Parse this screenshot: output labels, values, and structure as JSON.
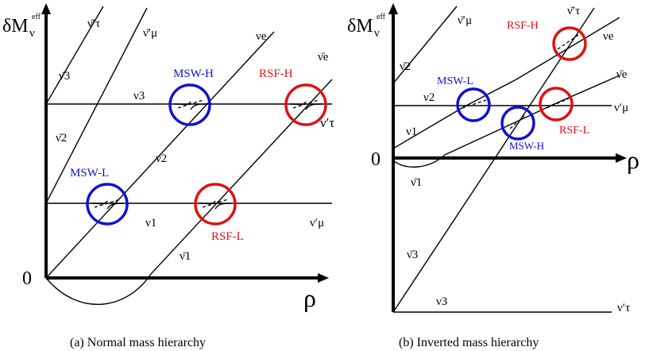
{
  "left_panel": {
    "axis_y_label": "δM",
    "axis_y_sub": "ν",
    "axis_y_sup": "eff",
    "axis_x_label": "ρ",
    "origin": "0",
    "caption": "(a) Normal mass hierarchy",
    "labels": {
      "nubar_tau_p": "ν̄′τ",
      "nubar_mu_p": "ν̄′μ",
      "nu_e": "νe",
      "nubar_e": "ν̄e",
      "nubar_3": "ν̄3",
      "nu_3": "ν3",
      "nubar_2": "ν̄2",
      "nu_2": "ν2",
      "nu_tau_p": "ν′τ",
      "nu_1": "ν1",
      "nu_mu_p": "ν′μ",
      "nubar_1": "ν̄1"
    },
    "resonances": {
      "msw_h": "MSW-H",
      "rsf_h": "RSF-H",
      "msw_l": "MSW-L",
      "rsf_l": "RSF-L"
    }
  },
  "right_panel": {
    "axis_y_label": "δM",
    "axis_y_sub": "ν",
    "axis_y_sup": "eff",
    "axis_x_label": "ρ",
    "origin": "0",
    "caption": "(b) Inverted mass hierarchy",
    "labels": {
      "nubar_mu_p": "ν̄′μ",
      "nubar_tau_p": "ν̄′τ",
      "nu_e": "νe",
      "nubar_2": "ν̄2",
      "nubar_e": "ν̄e",
      "nu_2": "ν2",
      "nu_mu_p": "ν′μ",
      "nu_1": "ν1",
      "nubar_1": "ν̄1",
      "nubar_3": "ν̄3",
      "nu_3": "ν3",
      "nu_tau_p": "ν′τ"
    },
    "resonances": {
      "msw_l": "MSW-L",
      "rsf_h": "RSF-H",
      "rsf_l": "RSF-L",
      "msw_h": "MSW-H"
    }
  },
  "colors": {
    "msw": "#1010d8",
    "rsf": "#e01010",
    "ink": "#000000"
  }
}
